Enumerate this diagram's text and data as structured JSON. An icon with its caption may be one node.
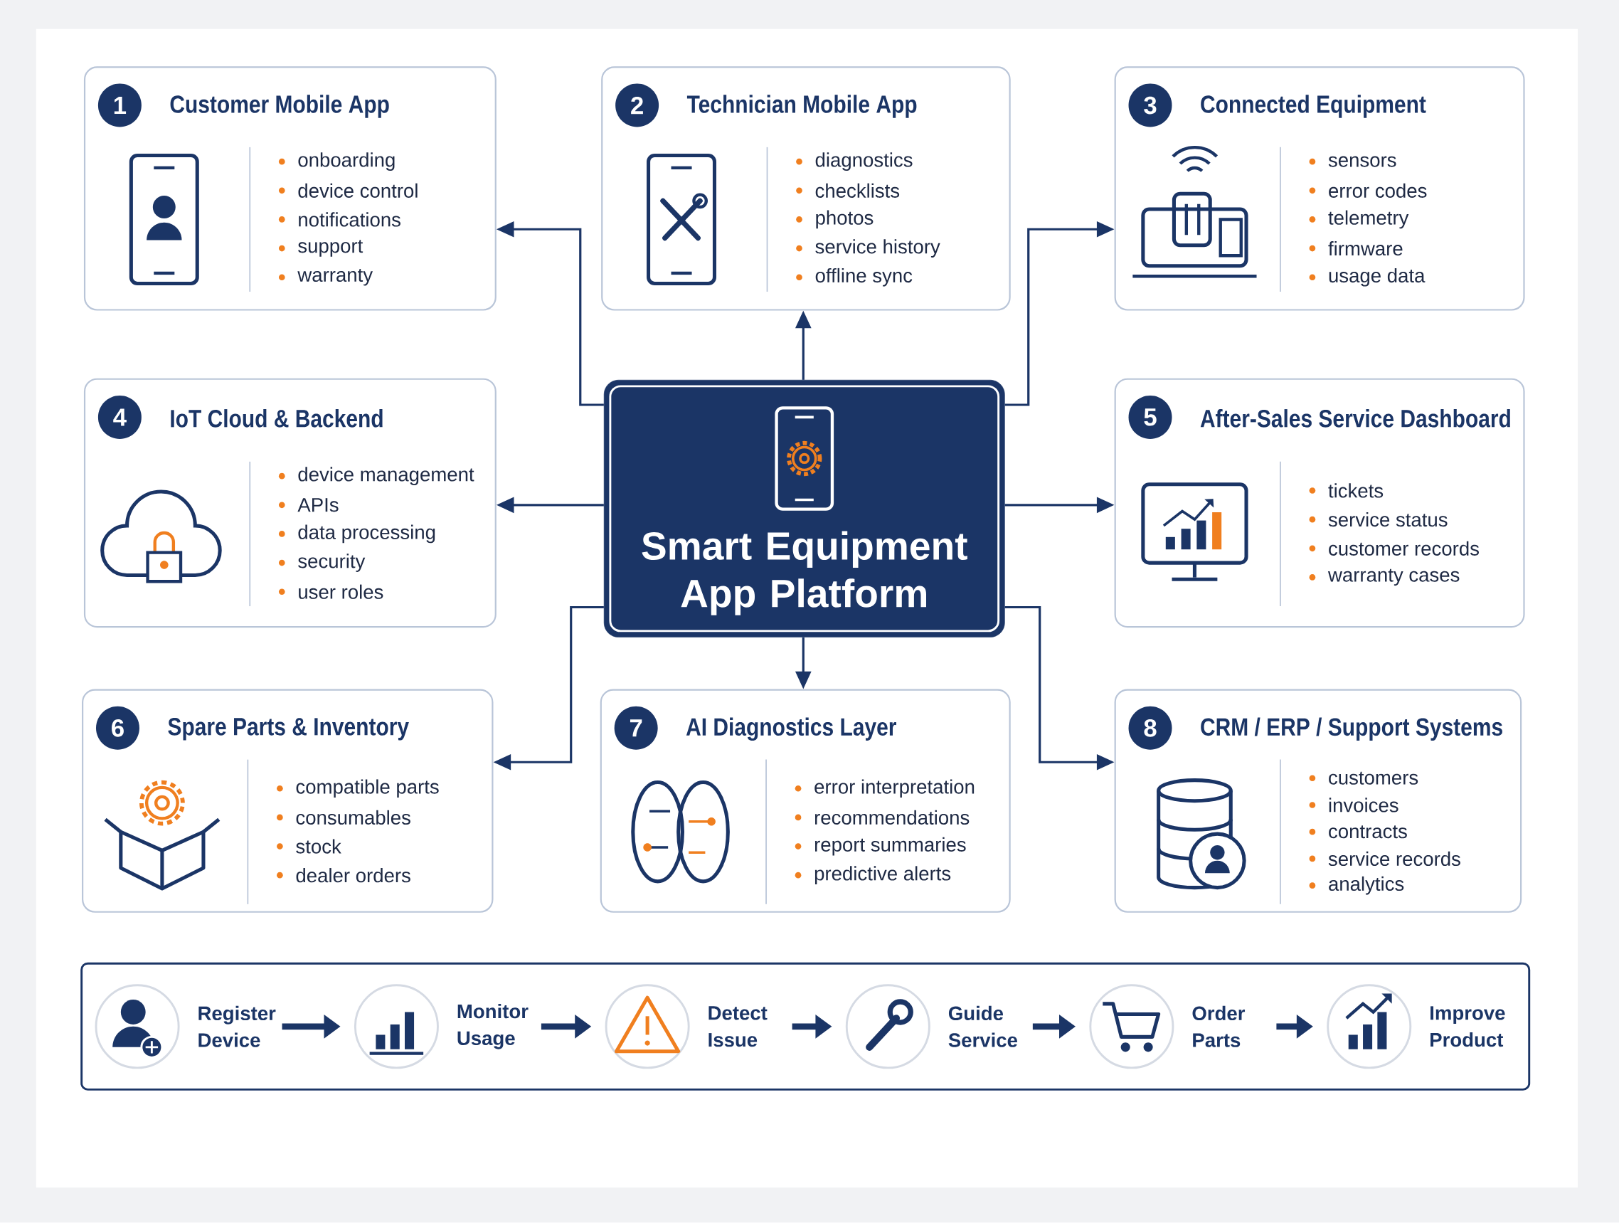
{
  "diagram": {
    "nodes": [
      {
        "text": [
          "1",
          "Customer Mobile App",
          "onboarding",
          "device control",
          "notifications",
          "support",
          "warranty"
        ]
      },
      {
        "text": [
          "2",
          "Technician Mobile App",
          "diagnostics",
          "checklists",
          "photos",
          "service history",
          "offline sync"
        ]
      },
      {
        "text": [
          "3",
          "Connected Equipment",
          "sensors",
          "error codes",
          "telemetry",
          "firmware",
          "usage data"
        ]
      },
      {
        "text": [
          "4",
          "IoT Cloud & Backend",
          "device management",
          "APIs",
          "data processing",
          "security",
          "user roles"
        ]
      },
      {
        "text": [
          "Smart Equipment App Platform"
        ]
      },
      {
        "text": [
          "5",
          "After-Sales Service Dashboard",
          "tickets",
          "service status",
          "customer records",
          "warranty cases"
        ]
      },
      {
        "text": [
          "6",
          "Spare Parts & Inventory",
          "compatible parts",
          "consumables",
          "stock",
          "dealer orders"
        ]
      },
      {
        "text": [
          "7",
          "AI Diagnostics Layer",
          "error interpretation",
          "recommendations",
          "report summaries",
          "predictive alerts"
        ]
      },
      {
        "text": [
          "8",
          "CRM / ERP / Support Systems",
          "customers",
          "invoices",
          "contracts",
          "service records",
          "analytics"
        ]
      },
      {
        "text": [],
        "shape": "box"
      },
      {
        "text": [
          "Register Device"
        ],
        "in": 9
      },
      {
        "text": [
          "Monitor Usage"
        ],
        "in": 9
      },
      {
        "text": [
          "Detect Issue"
        ],
        "in": 9
      },
      {
        "text": [
          "Guide Service"
        ],
        "in": 9
      },
      {
        "text": [
          "Order Parts"
        ],
        "in": 9
      },
      {
        "text": [
          "Improve Product"
        ],
        "in": 9
      }
    ],
    "edges": [
      {
        "from": 4,
        "to": 0,
        "arrow": "to"
      },
      {
        "from": 4,
        "to": 1,
        "arrow": "to"
      },
      {
        "from": 4,
        "to": 2,
        "arrow": "to"
      },
      {
        "from": 4,
        "to": 3,
        "arrow": "to"
      },
      {
        "from": 4,
        "to": 5,
        "arrow": "to"
      },
      {
        "from": 4,
        "to": 6,
        "arrow": "to"
      },
      {
        "from": 4,
        "to": 7,
        "arrow": "to"
      },
      {
        "from": 4,
        "to": 8,
        "arrow": "to"
      },
      {
        "from": 10,
        "to": 11,
        "arrow": "to",
        "style": "thick"
      },
      {
        "from": 11,
        "to": 12,
        "arrow": "to",
        "style": "thick"
      },
      {
        "from": 12,
        "to": 13,
        "arrow": "to",
        "style": "thick"
      },
      {
        "from": 13,
        "to": 14,
        "arrow": "to",
        "style": "thick"
      },
      {
        "from": 14,
        "to": 15,
        "arrow": "to",
        "style": "thick"
      }
    ]
  }
}
